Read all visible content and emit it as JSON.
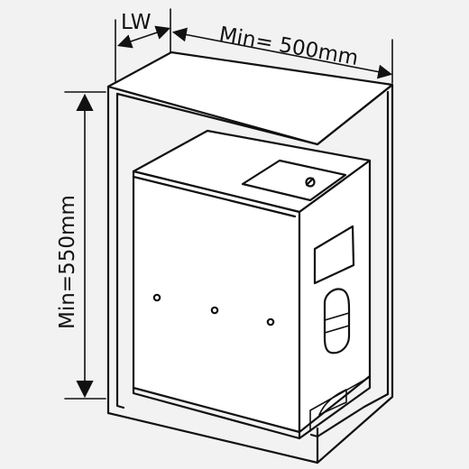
{
  "labels": {
    "depth": "LW",
    "width": "Min= 500mm",
    "height": "Min=550mm"
  },
  "colors": {
    "background": "#f2f2f3",
    "ink": "#111111",
    "box_fill": "#ffffff"
  }
}
